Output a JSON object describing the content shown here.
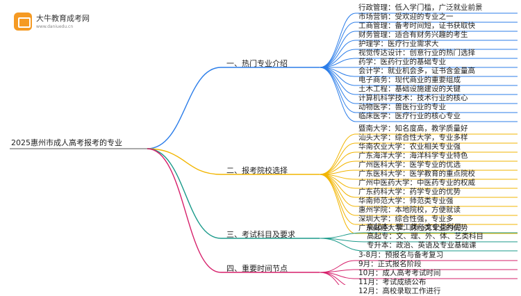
{
  "logo": {
    "name": "大牛教育成考网",
    "url": "www.daniuedu.cn"
  },
  "root": "2025惠州市成人高考报考的专业",
  "colors": {
    "branch1": "#2b7de9",
    "branch2": "#f2b500",
    "branch3": "#1a9a8a",
    "branch4": "#d61f6a"
  },
  "branches": [
    {
      "label": "一、热门专业介绍",
      "items": [
        "行政管理：低入学门槛，广泛就业前景",
        "市场营销：受欢迎的专业之一",
        "工商管理：备考时间短，证书获取快",
        "财务管理：适合有财务兴趣的考生",
        "护理学：医疗行业需求大",
        "视觉传达设计：创意行业的热门选择",
        "药学：医药行业的基础专业",
        "会计学：就业机会多，证书含金量高",
        "电子商务：现代商业的重要组成",
        "土木工程：基础设施建设的关键",
        "计算机科学技术：技术行业的核心",
        "动物医学：兽医行业的专业",
        "临床医学：医疗行业的核心专业"
      ]
    },
    {
      "label": "二、报考院校选择",
      "items": [
        "暨南大学：知名度高，教学质量好",
        "汕头大学：综合性大学，专业多样",
        "华南农业大学：农业相关专业强",
        "广东海洋大学：海洋科学专业特色",
        "广州医科大学：医学专业的优选",
        "广东医科大学：医学教育的重点院校",
        "广州中医药大学：中医药专业的权威",
        "广东药科大学：药学专业的优势",
        "华南师范大学：师范类专业强",
        "惠州学院：本地院校，方便就读",
        "深圳大学：综合性强，专业多",
        "广东财经大学：财经类专业的优势"
      ]
    },
    {
      "label": "三、考试科目及要求",
      "items": [
        "高起本：理工类与文史类科目",
        "高起专：文、理、外、体、艺类科目",
        "专升本：政治、英语及专业基础课"
      ]
    },
    {
      "label": "四、重要时间节点",
      "items": [
        "3-8月：预报名与备考复习",
        "9月：正式报名阶段",
        "10月：成人高考考试时间",
        "11月：考试成绩公布",
        "12月：高校录取工作进行"
      ]
    }
  ]
}
